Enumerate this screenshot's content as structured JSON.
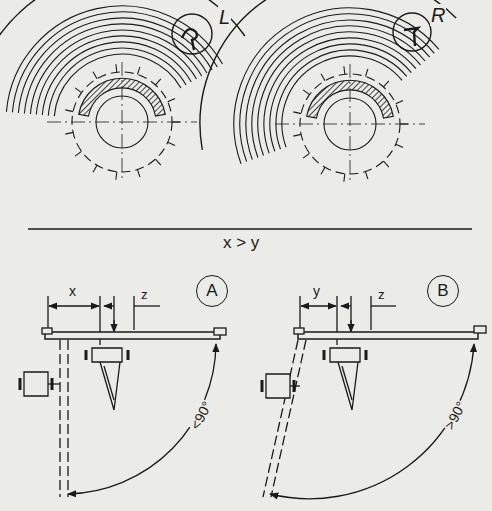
{
  "diagram": {
    "nodes": [
      {
        "text": [
          "A"
        ]
      },
      {
        "text": [
          "B"
        ]
      }
    ],
    "labels": [
      "L",
      "R",
      "x > y",
      "x",
      "z",
      "y",
      "z",
      "<90°",
      ">90°"
    ]
  }
}
